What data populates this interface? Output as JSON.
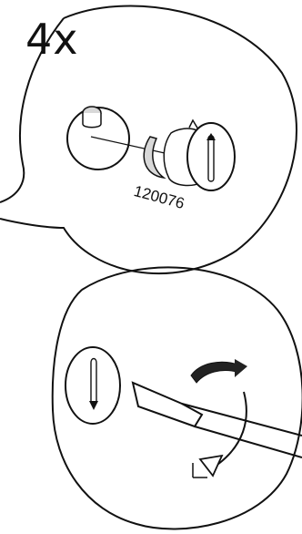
{
  "quantity_label": "4x",
  "part_number": "120076",
  "colors": {
    "ink": "#111111",
    "fill": "#ffffff",
    "tone": "#d8d8d8",
    "dark": "#222222"
  },
  "panels": [
    {
      "step": "insert-cap-into-hole"
    },
    {
      "step": "pry-cap-with-screwdriver"
    }
  ]
}
